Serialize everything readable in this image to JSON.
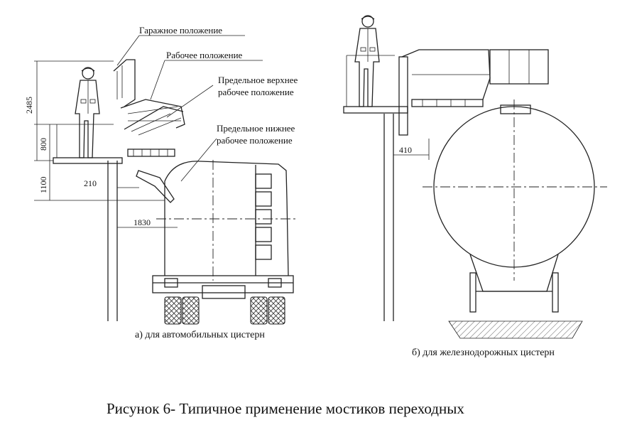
{
  "labels": {
    "garage": "Гаражное положение",
    "working": "Рабочее положение",
    "upper_line1": "Предельное верхнее",
    "upper_line2": "рабочее положение",
    "lower_line1": "Предельное нижнее",
    "lower_line2": "рабочее положение"
  },
  "dimensions": {
    "d2485": "2485",
    "d800": "800",
    "d1100": "1100",
    "d210": "210",
    "d1830": "1830",
    "d410": "410"
  },
  "captions": {
    "a": "а) для автомобильных цистерн",
    "b": "б) для железнодорожных цистерн"
  },
  "figure_title": "Рисунок 6- Типичное применение мостиков переходных"
}
